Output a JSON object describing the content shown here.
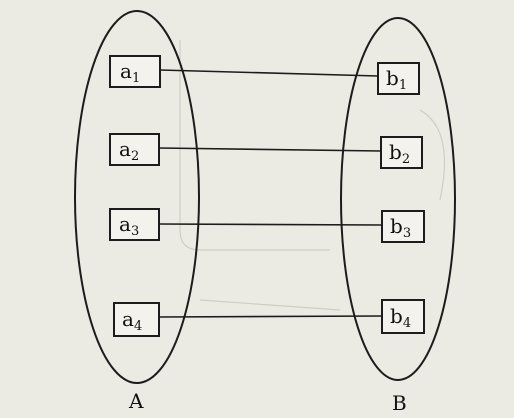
{
  "sets": [
    {
      "label": "A",
      "elements": [
        {
          "base": "a",
          "sub": "1"
        },
        {
          "base": "a",
          "sub": "2"
        },
        {
          "base": "a",
          "sub": "3"
        },
        {
          "base": "a",
          "sub": "4"
        }
      ]
    },
    {
      "label": "B",
      "elements": [
        {
          "base": "b",
          "sub": "1"
        },
        {
          "base": "b",
          "sub": "2"
        },
        {
          "base": "b",
          "sub": "3"
        },
        {
          "base": "b",
          "sub": "4"
        }
      ]
    }
  ],
  "mappings": [
    {
      "from": "a1",
      "to": "b1"
    },
    {
      "from": "a2",
      "to": "b2"
    },
    {
      "from": "a3",
      "to": "b3"
    },
    {
      "from": "a4",
      "to": "b4"
    }
  ],
  "colors": {
    "ink": "#1c1c1c",
    "paper": "#ebeae3"
  }
}
